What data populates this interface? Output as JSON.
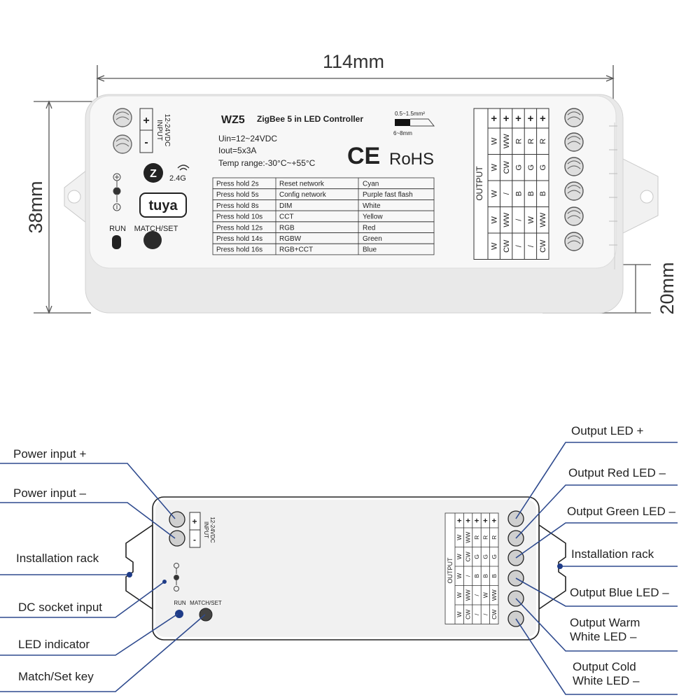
{
  "dimensions": {
    "width": "114mm",
    "height": "38mm",
    "depth": "20mm"
  },
  "device": {
    "model": "WZ5",
    "name": "ZigBee 5 in LED Controller",
    "wire_spec_top": "0.5~1.5mm²",
    "wire_spec_bottom": "6~8mm",
    "spec_voltage": "Uin=12~24VDC",
    "spec_current": "Iout=5x3A",
    "spec_temp": "Temp range:-30°C~+55°C",
    "ce": "CE",
    "rohs": "RoHS",
    "input_label": "INPUT",
    "input_voltage": "12-24VDC",
    "plus": "+",
    "minus": "-",
    "zigbee_logo": "Z",
    "wifi_band": "2.4G",
    "tuya": "tuya",
    "run": "RUN",
    "match_set": "MATCH/SET",
    "output_label": "OUTPUT"
  },
  "press_table": [
    {
      "action": "Press hold 2s",
      "function": "Reset network",
      "color": "Cyan"
    },
    {
      "action": "Press hold 5s",
      "function": "Config network",
      "color": "Purple fast flash"
    },
    {
      "action": "Press hold 8s",
      "function": "DIM",
      "color": "White"
    },
    {
      "action": "Press hold 10s",
      "function": "CCT",
      "color": "Yellow"
    },
    {
      "action": "Press hold 12s",
      "function": "RGB",
      "color": "Red"
    },
    {
      "action": "Press hold 14s",
      "function": "RGBW",
      "color": "Green"
    },
    {
      "action": "Press hold 16s",
      "function": "RGB+CCT",
      "color": "Blue"
    }
  ],
  "output_table": {
    "header": [
      "+",
      "+",
      "+",
      "+",
      "+"
    ],
    "rows": [
      [
        "W",
        "WW",
        "R",
        "R",
        "R"
      ],
      [
        "W",
        "CW",
        "G",
        "G",
        "G"
      ],
      [
        "W",
        "/",
        "B",
        "B",
        "B"
      ],
      [
        "W",
        "WW",
        "/",
        "W",
        "WW"
      ],
      [
        "W",
        "CW",
        "/",
        "/",
        "CW"
      ]
    ]
  },
  "callouts_left": [
    "Power input +",
    "Power input –",
    "Installation rack",
    "DC socket input",
    "LED indicator",
    "Match/Set key"
  ],
  "callouts_right": [
    "Output LED +",
    "Output Red LED –",
    "Output Green LED –",
    "Installation rack",
    "Output Blue LED –",
    [
      "Output Warm",
      "White LED –"
    ],
    [
      "Output Cold",
      "White LED –"
    ]
  ],
  "colors": {
    "callout_line": "#2e4a8e",
    "led_dot": "#1f3c88",
    "housing": "#ececec",
    "outline": "#222222"
  }
}
